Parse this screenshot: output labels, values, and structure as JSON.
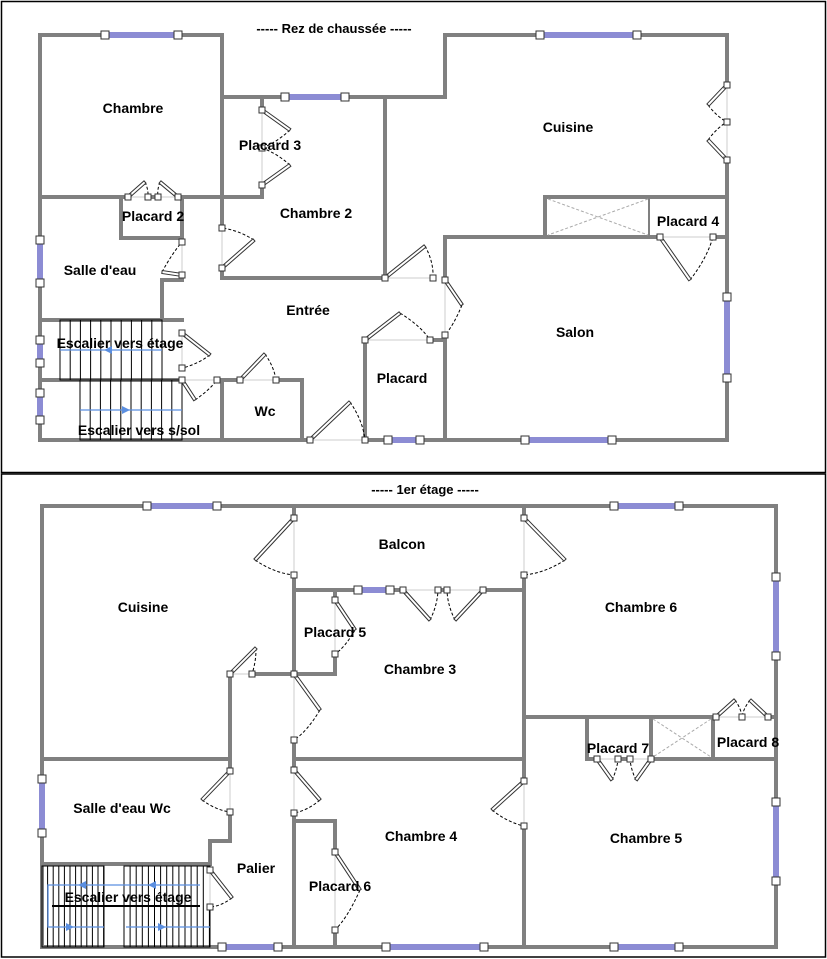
{
  "ground_floor": {
    "title": "----- Rez de chaussée -----",
    "rooms": {
      "chambre": "Chambre",
      "placard_3": "Placard 3",
      "placard_2": "Placard 2",
      "chambre_2": "Chambre 2",
      "salle_deau": "Salle d'eau",
      "cuisine": "Cuisine",
      "placard_4": "Placard 4",
      "entree": "Entrée",
      "salon": "Salon",
      "escalier_etage": "Escalier vers étage",
      "placard": "Placard",
      "wc": "Wc",
      "escalier_ssol": "Escalier vers s/sol"
    }
  },
  "first_floor": {
    "title": "----- 1er étage -----",
    "rooms": {
      "balcon": "Balcon",
      "cuisine": "Cuisine",
      "chambre_6": "Chambre 6",
      "placard_5": "Placard 5",
      "chambre_3": "Chambre 3",
      "placard_7": "Placard 7",
      "placard_8": "Placard 8",
      "salle_deau_wc": "Salle d'eau Wc",
      "chambre_4": "Chambre 4",
      "chambre_5": "Chambre 5",
      "palier": "Palier",
      "placard_6": "Placard 6",
      "escalier_etage": "Escalier vers étage"
    }
  },
  "colors": {
    "wall": "#808080",
    "window": "#1a1aa8",
    "stair_arrow": "#5b8fe0"
  }
}
